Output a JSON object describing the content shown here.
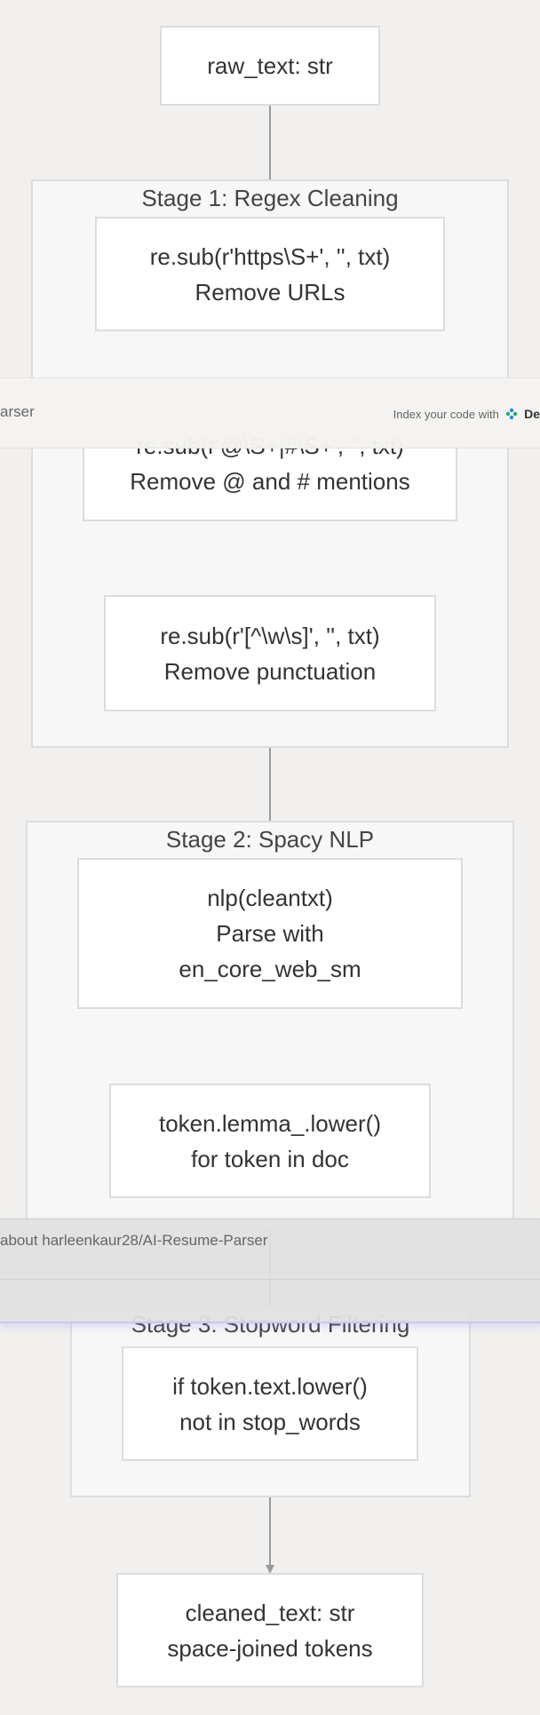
{
  "diagram": {
    "input_node": {
      "lines": [
        "raw_text: str"
      ]
    },
    "stages": [
      {
        "title": "Stage 1: Regex Cleaning",
        "nodes": [
          {
            "lines": [
              "re.sub(r'https\\S+', '', txt)",
              "Remove URLs"
            ]
          },
          {
            "lines": [
              "re.sub(r'@\\S+|#\\S+', '', txt)",
              "Remove @ and # mentions"
            ]
          },
          {
            "lines": [
              "re.sub(r'[^\\w\\s]', '', txt)",
              "Remove punctuation"
            ]
          }
        ]
      },
      {
        "title": "Stage 2: Spacy NLP",
        "nodes": [
          {
            "lines": [
              "nlp(cleantxt)",
              "Parse with",
              "en_core_web_sm"
            ]
          },
          {
            "lines": [
              "token.lemma_.lower()",
              "for token in doc"
            ]
          }
        ]
      },
      {
        "title": "Stage 3: Stopword Filtering",
        "nodes": [
          {
            "lines": [
              "if token.text.lower()",
              "not in stop_words"
            ]
          }
        ]
      }
    ],
    "output_node": {
      "lines": [
        "cleaned_text: str",
        "space-joined tokens"
      ]
    },
    "colors": {
      "background": "#f1f0ef",
      "cluster_fill": "#f7f7f7",
      "node_fill": "#ffffff",
      "edge": "#999999"
    }
  },
  "overlays": {
    "top_banner": {
      "left_text": "arser",
      "right_text": "Index your code with",
      "brand": "De",
      "icon": "deepwiki-logo-icon"
    },
    "bottom_banner": {
      "question": "about harleenkaur28/AI-Resume-Parser"
    }
  }
}
